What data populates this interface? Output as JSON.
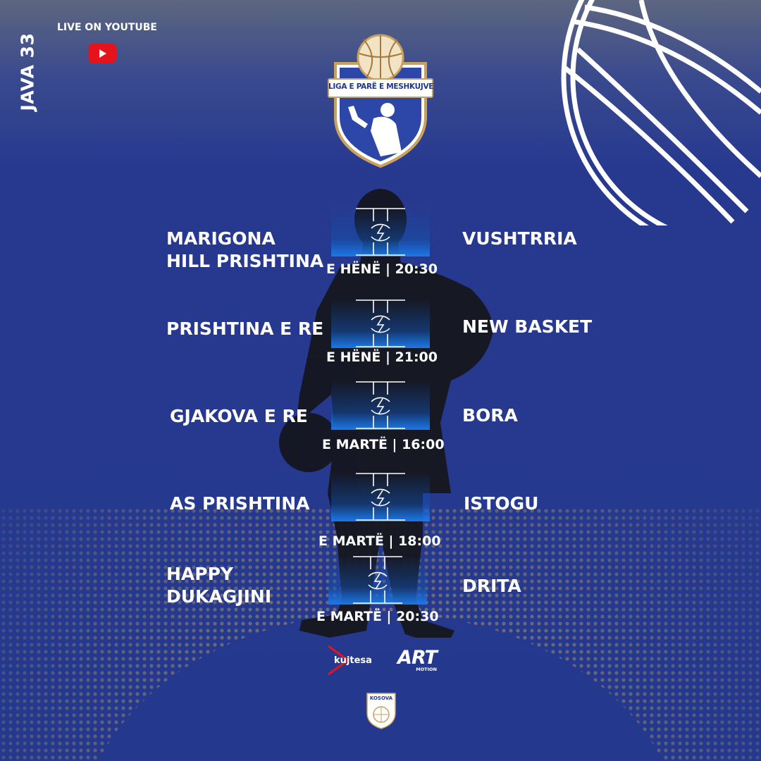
{
  "week_label": "JAVA 33",
  "live": {
    "label": "LIVE ON YOUTUBE",
    "icon": "youtube-icon"
  },
  "league": {
    "name": "LIGA E PARË E MESHKUJVE"
  },
  "matches": [
    {
      "home": "MARIGONA HILL PRISHTINA",
      "away": "VUSHTRRIA",
      "time": "E HËNË | 20:30"
    },
    {
      "home": "PRISHTINA E RE",
      "away": "NEW BASKET",
      "time": "E HËNË | 21:00"
    },
    {
      "home": "GJAKOVA E RE",
      "away": "BORA",
      "time": "E MARTË | 16:00"
    },
    {
      "home": "AS PRISHTINA",
      "away": "ISTOGU",
      "time": "E MARTË | 18:00"
    },
    {
      "home": "HAPPY DUKAGJINI",
      "away": "DRITA",
      "time": "E MARTË | 20:30"
    }
  ],
  "sponsors": {
    "kujtesa": "kujtesa",
    "art": "ART",
    "art_sub": "MOTION"
  },
  "federation": {
    "name": "KOSOVA"
  },
  "colors": {
    "background": "#24398d",
    "accent": "#1c77e6",
    "gold": "#c9a15e",
    "youtube": "#e5141c"
  }
}
